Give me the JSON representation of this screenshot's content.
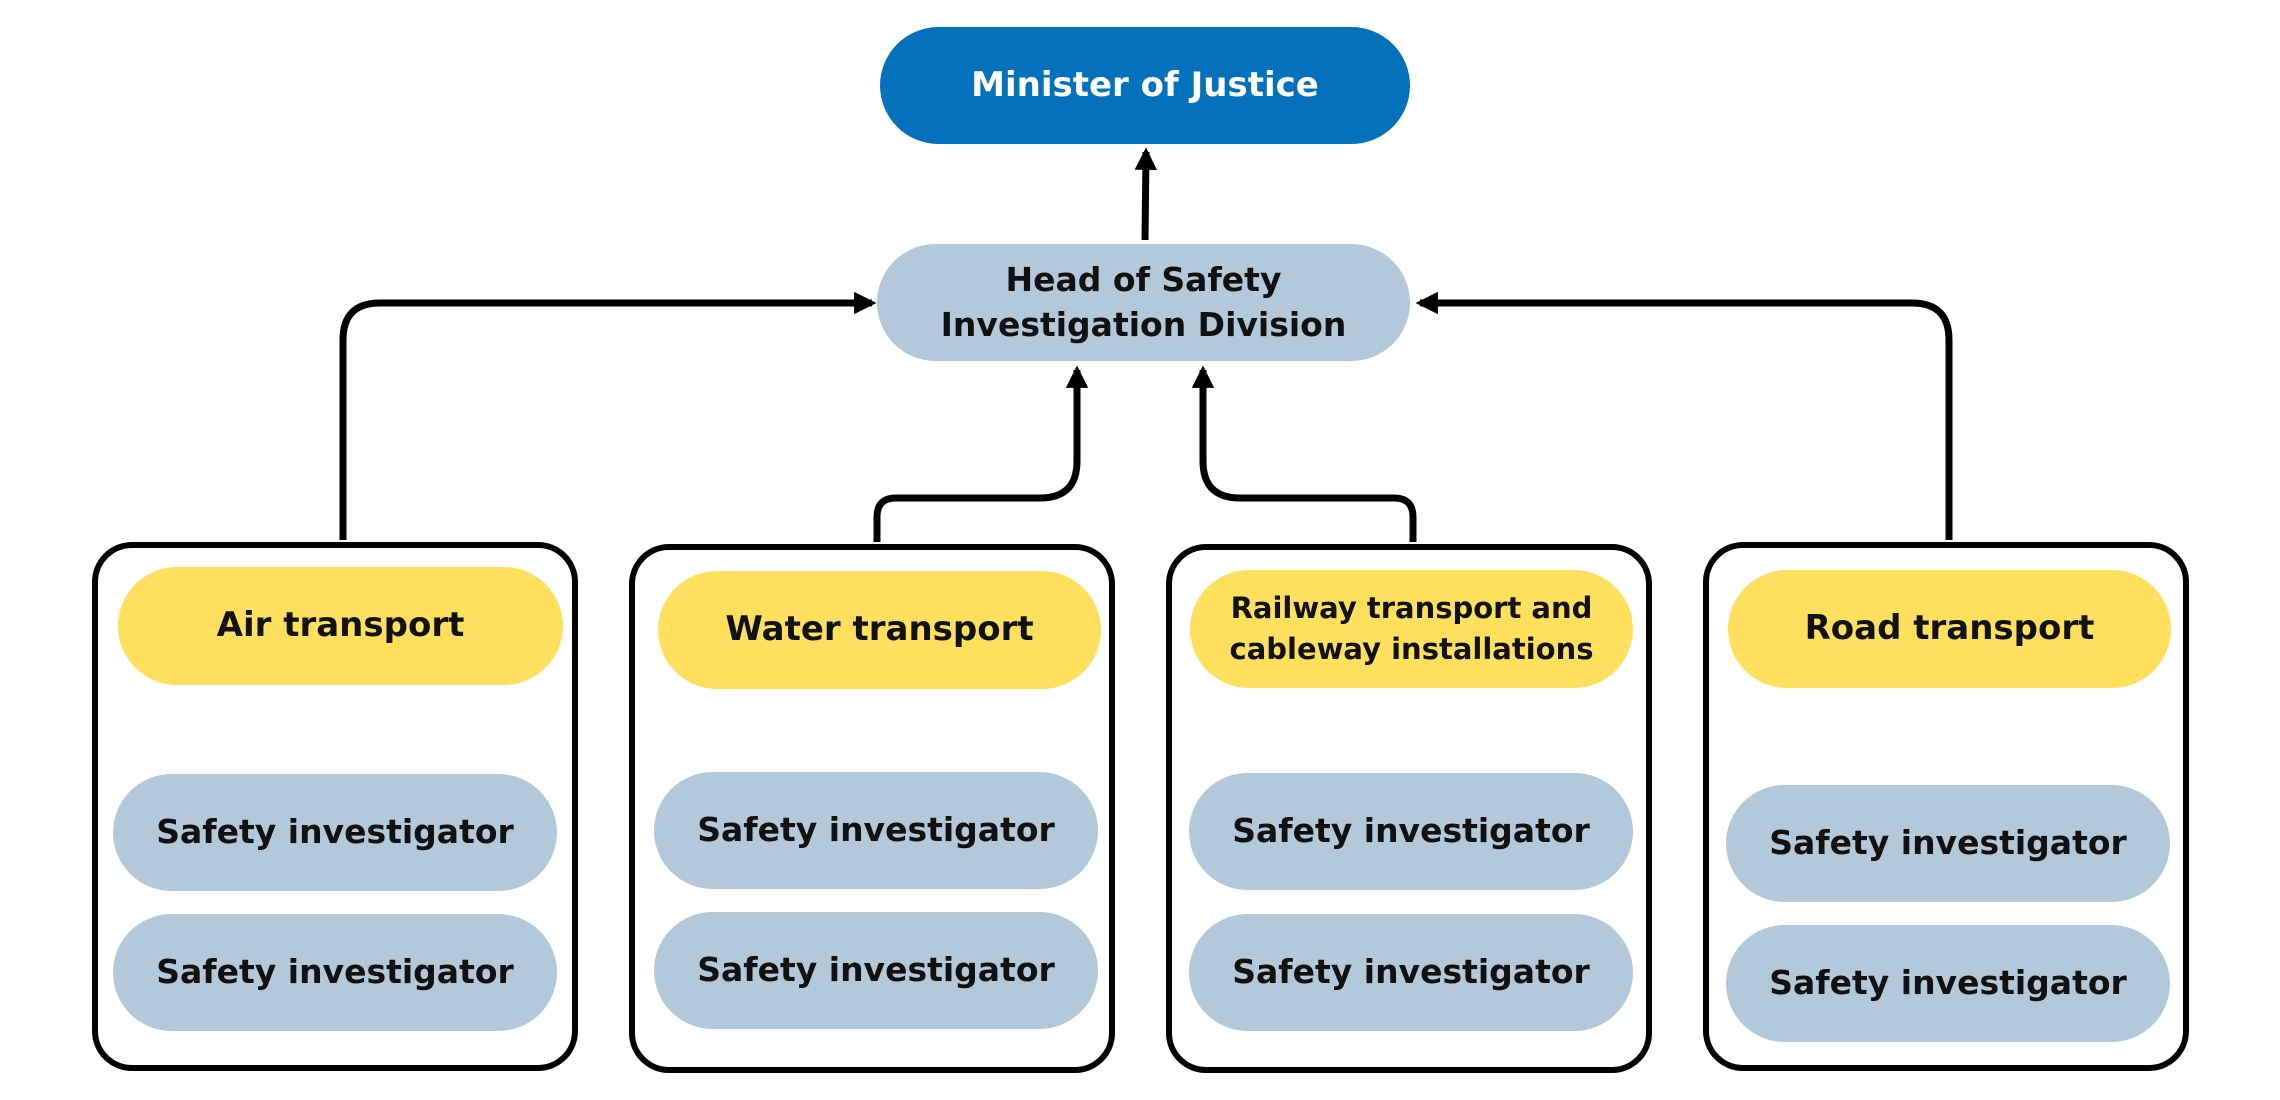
{
  "diagram": {
    "top": {
      "label": "Minister of Justice",
      "color": "#0371bb"
    },
    "head": {
      "label": "Head of Safety Investigation Division",
      "color": "#b3c9d9"
    },
    "departments": [
      {
        "title": "Air transport",
        "staff": [
          "Safety investigator",
          "Safety investigator"
        ]
      },
      {
        "title": "Water transport",
        "staff": [
          "Safety investigator",
          "Safety investigator"
        ]
      },
      {
        "title": "Railway transport and cableway installations",
        "staff": [
          "Safety investigator",
          "Safety investigator"
        ]
      },
      {
        "title": "Road transport",
        "staff": [
          "Safety investigator",
          "Safety investigator"
        ]
      }
    ],
    "colors": {
      "department": "#ffdf5e",
      "staff": "#b3c9d9",
      "line": "#000000"
    }
  }
}
